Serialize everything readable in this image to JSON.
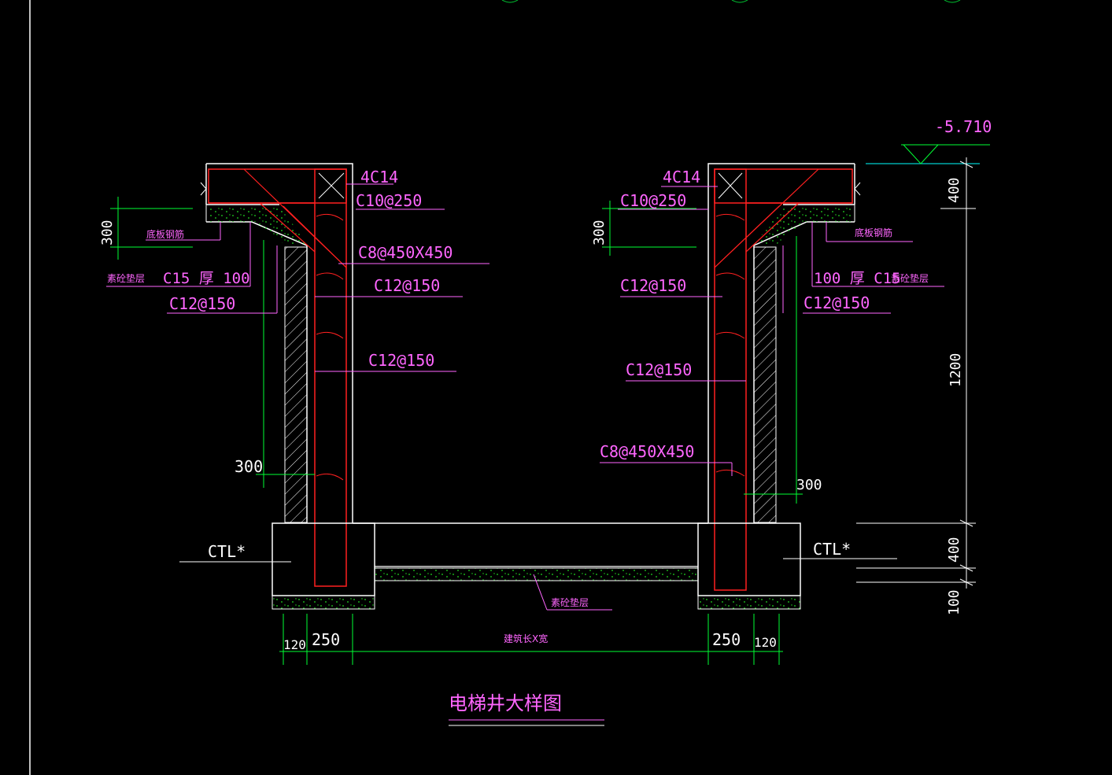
{
  "drawing": {
    "title": "电梯井大样图",
    "elevation": "-5.710",
    "colors": {
      "background": "#000000",
      "label": "#ff66ff",
      "dimension": "#00ff33",
      "concrete": "#ffffff",
      "rebar": "#ff2020",
      "leader": "#ff66ff",
      "cyan": "#00ffff",
      "fill_dots": "#22dd22"
    }
  },
  "left_labels": {
    "corner_bars": "4C14",
    "top_bars": "C10@250",
    "stirrup": "C8@450X450",
    "wall_bar_1": "C12@150",
    "wall_bar_2": "C12@150",
    "bottom_rebar": "底板钢筋",
    "cushion": "素砼垫层",
    "cushion_spec": "C15  厚 100",
    "haunch_bar": "C12@150",
    "pile": "CTL*"
  },
  "right_labels": {
    "corner_bars": "4C14",
    "top_bars": "C10@250",
    "wall_bar_1": "C12@150",
    "wall_bar_2": "C12@150",
    "stirrup": "C8@450X450",
    "bottom_rebar": "底板钢筋",
    "cushion_spec": "100  厚 C15",
    "cushion": "素砼垫层",
    "haunch_bar": "C12@150",
    "pile": "CTL*"
  },
  "bottom_labels": {
    "pit_cushion": "素砼垫层",
    "pit_width": "建筑长X宽"
  },
  "dimensions": {
    "left_top": "300",
    "left_lower": "300",
    "right_top": "300",
    "right_lower": "300",
    "right_400_top": "400",
    "right_1200": "1200",
    "right_400_bottom": "400",
    "right_100": "100",
    "left_120": "120",
    "left_250": "250",
    "right_250": "250",
    "right_120": "120"
  }
}
